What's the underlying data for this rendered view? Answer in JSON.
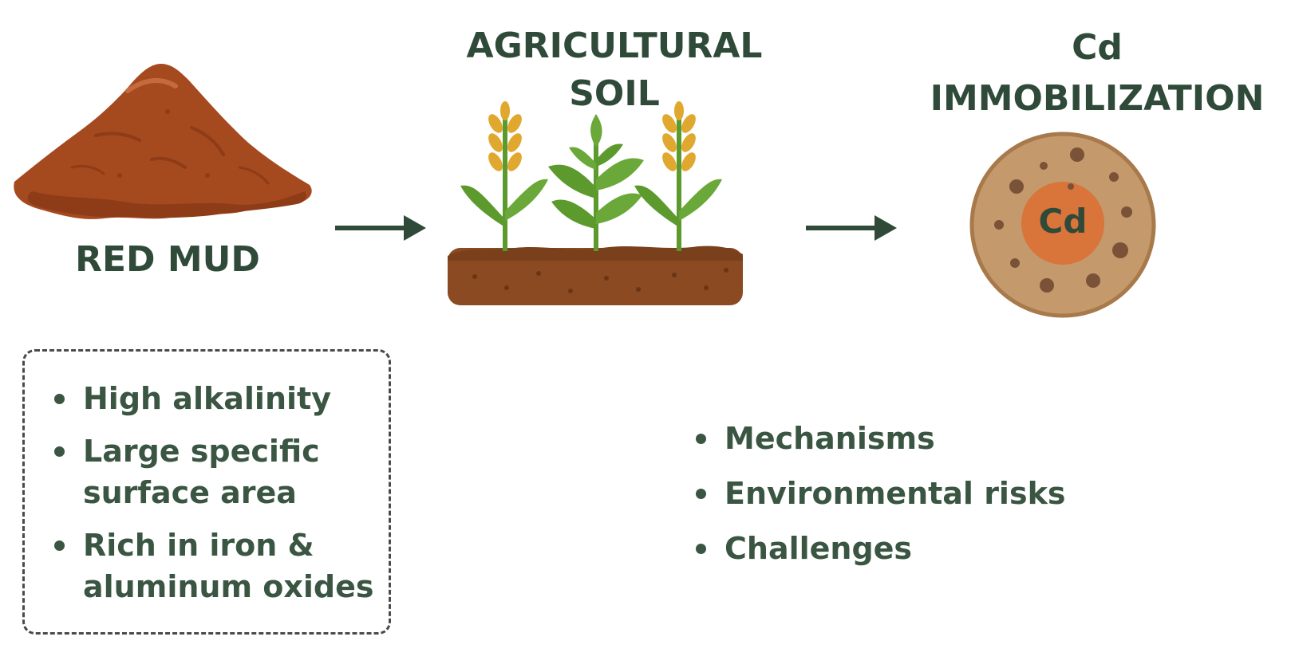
{
  "red_mud": {
    "label": "RED MUD",
    "properties": [
      "High alkalinity",
      "Large specific\nsurface area",
      "Rich in iron &\naluminum oxides"
    ]
  },
  "soil": {
    "title": "AGRICULTURAL\nSOIL"
  },
  "immobilization": {
    "title": "Cd\nIMMOBILIZATION",
    "particle_label": "Cd",
    "aspects": [
      "Mechanisms",
      "Environmental risks",
      "Challenges"
    ]
  },
  "colors": {
    "text": "#2f4a38",
    "mud": "#a5491f",
    "soil": "#8b4a21",
    "leaf": "#5c9a2e",
    "grain": "#e0a82e",
    "particle_outer": "#c4996b",
    "particle_core": "#d9743b",
    "arrow": "#2f4a38"
  }
}
